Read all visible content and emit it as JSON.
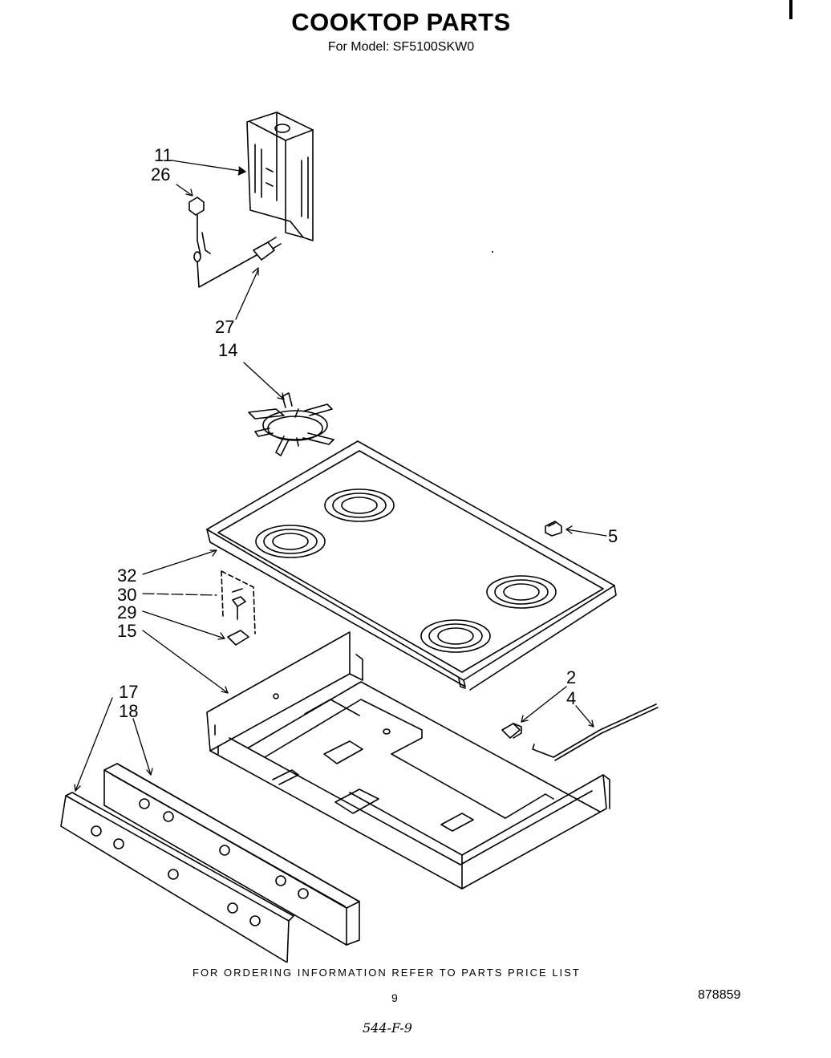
{
  "header": {
    "title": "COOKTOP PARTS",
    "subtitle": "For Model: SF5100SKW0"
  },
  "callouts": {
    "c11": "11",
    "c26": "26",
    "c27": "27",
    "c14": "14",
    "c5": "5",
    "c32": "32",
    "c30": "30",
    "c29": "29",
    "c15": "15",
    "c2": "2",
    "c4": "4",
    "c17": "17",
    "c18": "18"
  },
  "footer": {
    "ordering_note": "FOR ORDERING INFORMATION REFER TO PARTS PRICE LIST",
    "page_number": "9",
    "document_number": "878859",
    "handwritten_code": "544-F-9"
  }
}
